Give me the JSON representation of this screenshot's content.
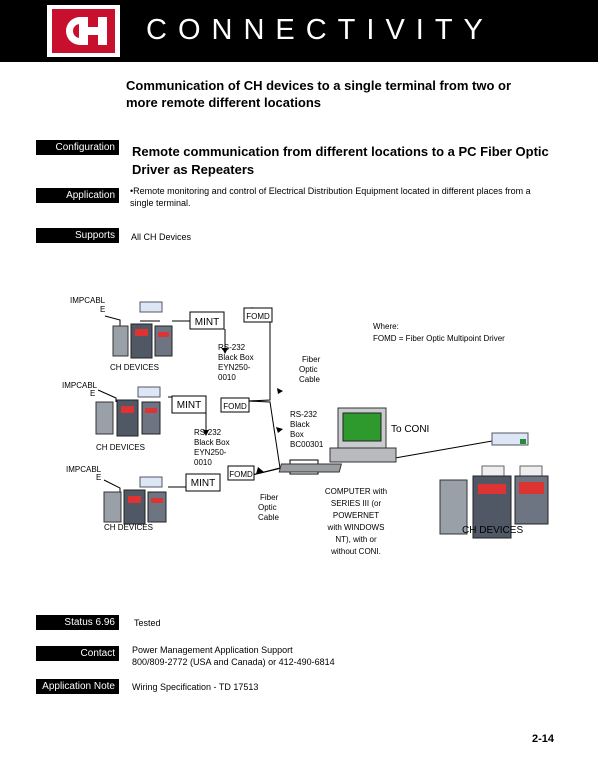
{
  "header": {
    "brand_logo": "CH",
    "title": "CONNECTIVITY"
  },
  "heading": "Communication of CH devices to a single terminal from two or more remote different locations",
  "rows": {
    "configuration": {
      "label": "Configuration",
      "text": "Remote communication from different locations to a PC Fiber Optic Driver as Repeaters"
    },
    "application": {
      "label": "Application",
      "text": "•Remote monitoring and control of Electrical Distribution Equipment located in different places from a single terminal."
    },
    "supports": {
      "label": "Supports",
      "text": "All CH  Devices"
    },
    "status": {
      "label": "Status 6.96",
      "text": "Tested"
    },
    "contact": {
      "label": "Contact",
      "line1": "Power Management Application Support",
      "line2": "800/809-2772 (USA and Canada) or 412-490-6814"
    },
    "app_note": {
      "label": "Application Note",
      "text": "Wiring Specification - TD 17513"
    }
  },
  "diagram": {
    "impcable": [
      "IMPCABL",
      "E"
    ],
    "mint": "MINT",
    "fomd": "FOMD",
    "ch_devices": "CH  DEVICES",
    "where": [
      "Where:",
      "FOMD = Fiber Optic Multipoint Driver"
    ],
    "rs232_eyn": [
      "RS-232",
      "Black Box",
      "EYN250-",
      "0010"
    ],
    "fiber_optic_cable": [
      "Fiber",
      "Optic",
      "Cable"
    ],
    "rs232_bc": [
      "RS-232",
      "Black",
      "Box",
      "BC00301"
    ],
    "to_coni": "To CONI",
    "computer": [
      "COMPUTER with",
      "SERIES III (or",
      "POWERNET",
      "with WINDOWS",
      "NT), with or",
      "without  CONI."
    ]
  },
  "page_number": "2-14",
  "colors": {
    "brand_red": "#c8102e",
    "screen_green": "#2e9a2e",
    "header_bg": "#000000"
  }
}
